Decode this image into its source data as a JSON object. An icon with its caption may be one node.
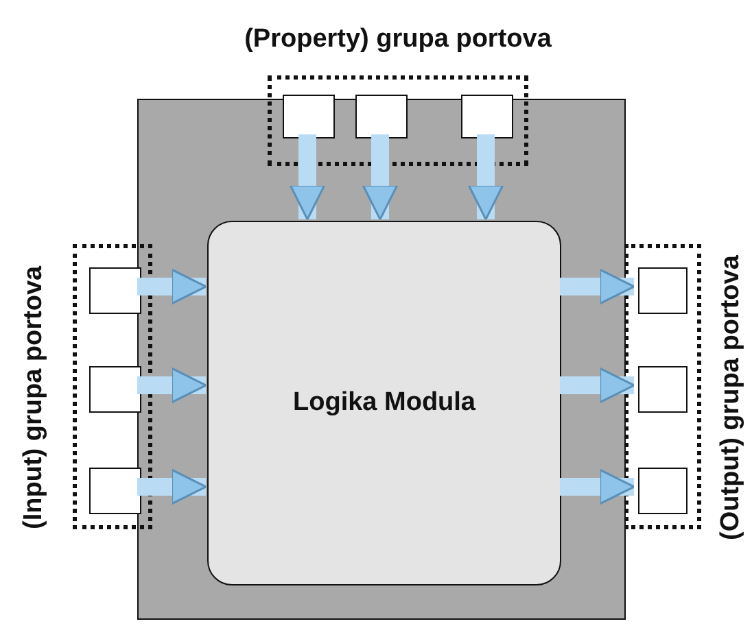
{
  "diagram": {
    "nodes": [
      {
        "text": [
          "(Property) grupa portova"
        ]
      },
      {
        "text": [],
        "shape": "box",
        "in": 0
      },
      {
        "text": [],
        "shape": "box",
        "in": 0
      },
      {
        "text": [],
        "shape": "box",
        "in": 0
      },
      {
        "text": [],
        "shape": "box"
      },
      {
        "text": [
          "Logika Modula"
        ],
        "in": 4
      },
      {
        "text": [
          "(Input) grupa portova"
        ]
      },
      {
        "text": [],
        "shape": "box",
        "in": 6
      },
      {
        "text": [],
        "shape": "box",
        "in": 6
      },
      {
        "text": [],
        "shape": "box",
        "in": 6
      },
      {
        "text": [
          "(Output) grupa portova"
        ]
      },
      {
        "text": [],
        "shape": "box",
        "in": 10
      },
      {
        "text": [],
        "shape": "box",
        "in": 10
      },
      {
        "text": [],
        "shape": "box",
        "in": 10
      }
    ],
    "edges": [
      {
        "from": 1,
        "to": 5,
        "arrow": "to"
      },
      {
        "from": 2,
        "to": 5,
        "arrow": "to"
      },
      {
        "from": 3,
        "to": 5,
        "arrow": "to"
      },
      {
        "from": 7,
        "to": 5,
        "arrow": "to"
      },
      {
        "from": 8,
        "to": 5,
        "arrow": "to"
      },
      {
        "from": 9,
        "to": 5,
        "arrow": "to"
      },
      {
        "from": 5,
        "to": 11,
        "arrow": "to"
      },
      {
        "from": 5,
        "to": 12,
        "arrow": "to"
      },
      {
        "from": 5,
        "to": 13,
        "arrow": "to"
      }
    ]
  }
}
